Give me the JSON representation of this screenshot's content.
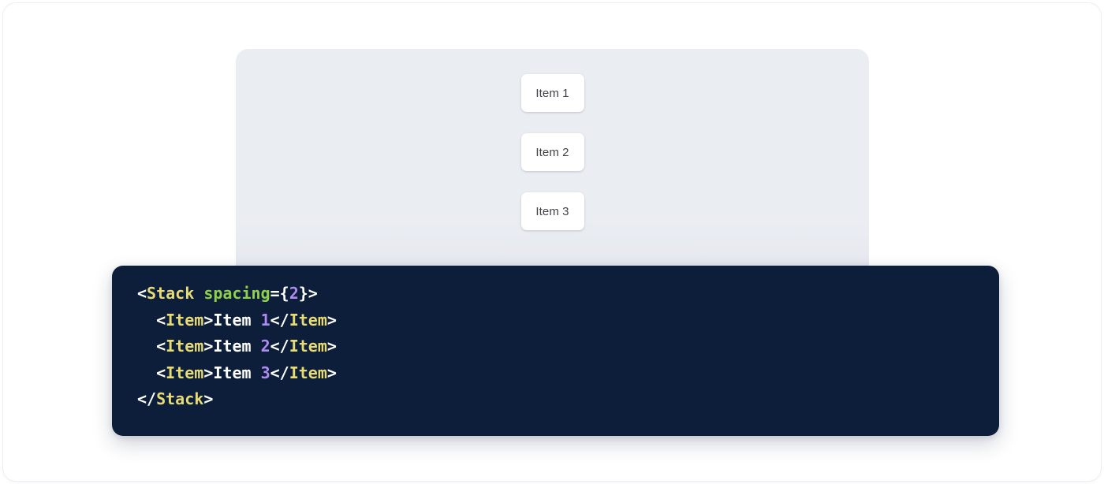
{
  "colors": {
    "page_background": "#ffffff",
    "panel_background": "#eaedf2",
    "item_background": "#ffffff",
    "item_text": "#3f4247",
    "code_background": "#0c1e3a",
    "token_punctuation": "#ffffff",
    "token_tag": "#e6db74",
    "token_attribute": "#8fd04a",
    "token_number": "#b18cf0",
    "token_text": "#ffffff"
  },
  "preview": {
    "component_name": "Stack",
    "items": [
      {
        "label": "Item 1"
      },
      {
        "label": "Item 2"
      },
      {
        "label": "Item 3"
      }
    ]
  },
  "code": {
    "language": "jsx",
    "lines": [
      {
        "indent": "",
        "tokens": [
          {
            "text": "<",
            "type": "punctuation"
          },
          {
            "text": "Stack",
            "type": "tag"
          },
          {
            "text": " ",
            "type": "punctuation"
          },
          {
            "text": "spacing",
            "type": "attribute"
          },
          {
            "text": "={",
            "type": "punctuation"
          },
          {
            "text": "2",
            "type": "number"
          },
          {
            "text": "}>",
            "type": "punctuation"
          }
        ]
      },
      {
        "indent": "  ",
        "tokens": [
          {
            "text": "<",
            "type": "punctuation"
          },
          {
            "text": "Item",
            "type": "tag"
          },
          {
            "text": ">",
            "type": "punctuation"
          },
          {
            "text": "Item ",
            "type": "text"
          },
          {
            "text": "1",
            "type": "number"
          },
          {
            "text": "</",
            "type": "punctuation"
          },
          {
            "text": "Item",
            "type": "tag"
          },
          {
            "text": ">",
            "type": "punctuation"
          }
        ]
      },
      {
        "indent": "  ",
        "tokens": [
          {
            "text": "<",
            "type": "punctuation"
          },
          {
            "text": "Item",
            "type": "tag"
          },
          {
            "text": ">",
            "type": "punctuation"
          },
          {
            "text": "Item ",
            "type": "text"
          },
          {
            "text": "2",
            "type": "number"
          },
          {
            "text": "</",
            "type": "punctuation"
          },
          {
            "text": "Item",
            "type": "tag"
          },
          {
            "text": ">",
            "type": "punctuation"
          }
        ]
      },
      {
        "indent": "  ",
        "tokens": [
          {
            "text": "<",
            "type": "punctuation"
          },
          {
            "text": "Item",
            "type": "tag"
          },
          {
            "text": ">",
            "type": "punctuation"
          },
          {
            "text": "Item ",
            "type": "text"
          },
          {
            "text": "3",
            "type": "number"
          },
          {
            "text": "</",
            "type": "punctuation"
          },
          {
            "text": "Item",
            "type": "tag"
          },
          {
            "text": ">",
            "type": "punctuation"
          }
        ]
      },
      {
        "indent": "",
        "tokens": [
          {
            "text": "</",
            "type": "punctuation"
          },
          {
            "text": "Stack",
            "type": "tag"
          },
          {
            "text": ">",
            "type": "punctuation"
          }
        ]
      }
    ]
  }
}
